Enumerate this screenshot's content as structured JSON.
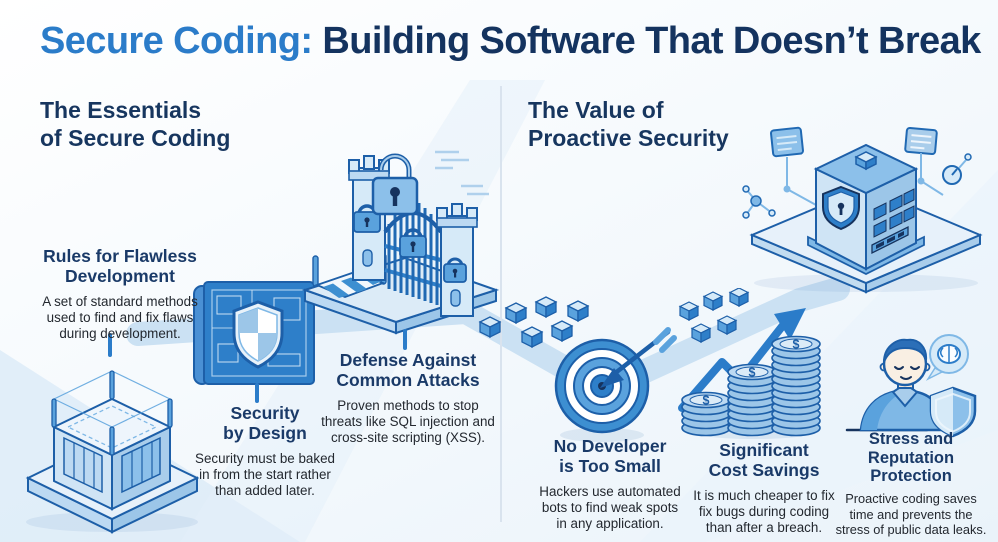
{
  "title": {
    "highlight": "Secure Coding:",
    "rest": "Building Software That Doesn’t Break"
  },
  "sections": [
    {
      "heading": "The Essentials\nof Secure Coding"
    },
    {
      "heading": "The Value of\nProactive Security"
    }
  ],
  "items": [
    {
      "title": "Rules for Flawless\nDevelopment",
      "body": "A set of standard methods\nused to find and fix flaws\nduring development.",
      "icon": "foundation-block"
    },
    {
      "title": "Security\nby Design",
      "body": "Security must be baked\nin from the start rather\nthan added later.",
      "icon": "blueprint-shield"
    },
    {
      "title": "Defense Against\nCommon Attacks",
      "body": "Proven methods to stop\nthreats like SQL injection and\ncross-site scripting (XSS).",
      "icon": "castle-gate-padlocks"
    },
    {
      "title": "No Developer\nis Too Small",
      "body": "Hackers use automated\nbots to find weak spots\nin any application.",
      "icon": "target-dart"
    },
    {
      "title": "Significant\nCost Savings",
      "body": "It is much cheaper to fix\nfix bugs during coding\nthan after a breach.",
      "icon": "coin-stacks-growth-arrow"
    },
    {
      "title": "Stress and\nReputation\nProtection",
      "body": "Proactive coding saves\ntime and prevents the\nstress of public data leaks.",
      "icon": "person-shield-brain"
    }
  ],
  "coins": {
    "symbol": "$"
  },
  "icons": {
    "scene": [
      "foundation-block",
      "blueprint-shield",
      "castle-gate-padlocks",
      "code-cubes",
      "target-dart",
      "coin-stacks-growth-arrow",
      "person-shield-brain",
      "secure-building-platform"
    ]
  },
  "colors": {
    "accent_blue": "#2b7cc9",
    "navy": "#16335e",
    "body_text": "#23282f",
    "line_blue": "#1d5fa8",
    "band": "#cbe1f3"
  }
}
